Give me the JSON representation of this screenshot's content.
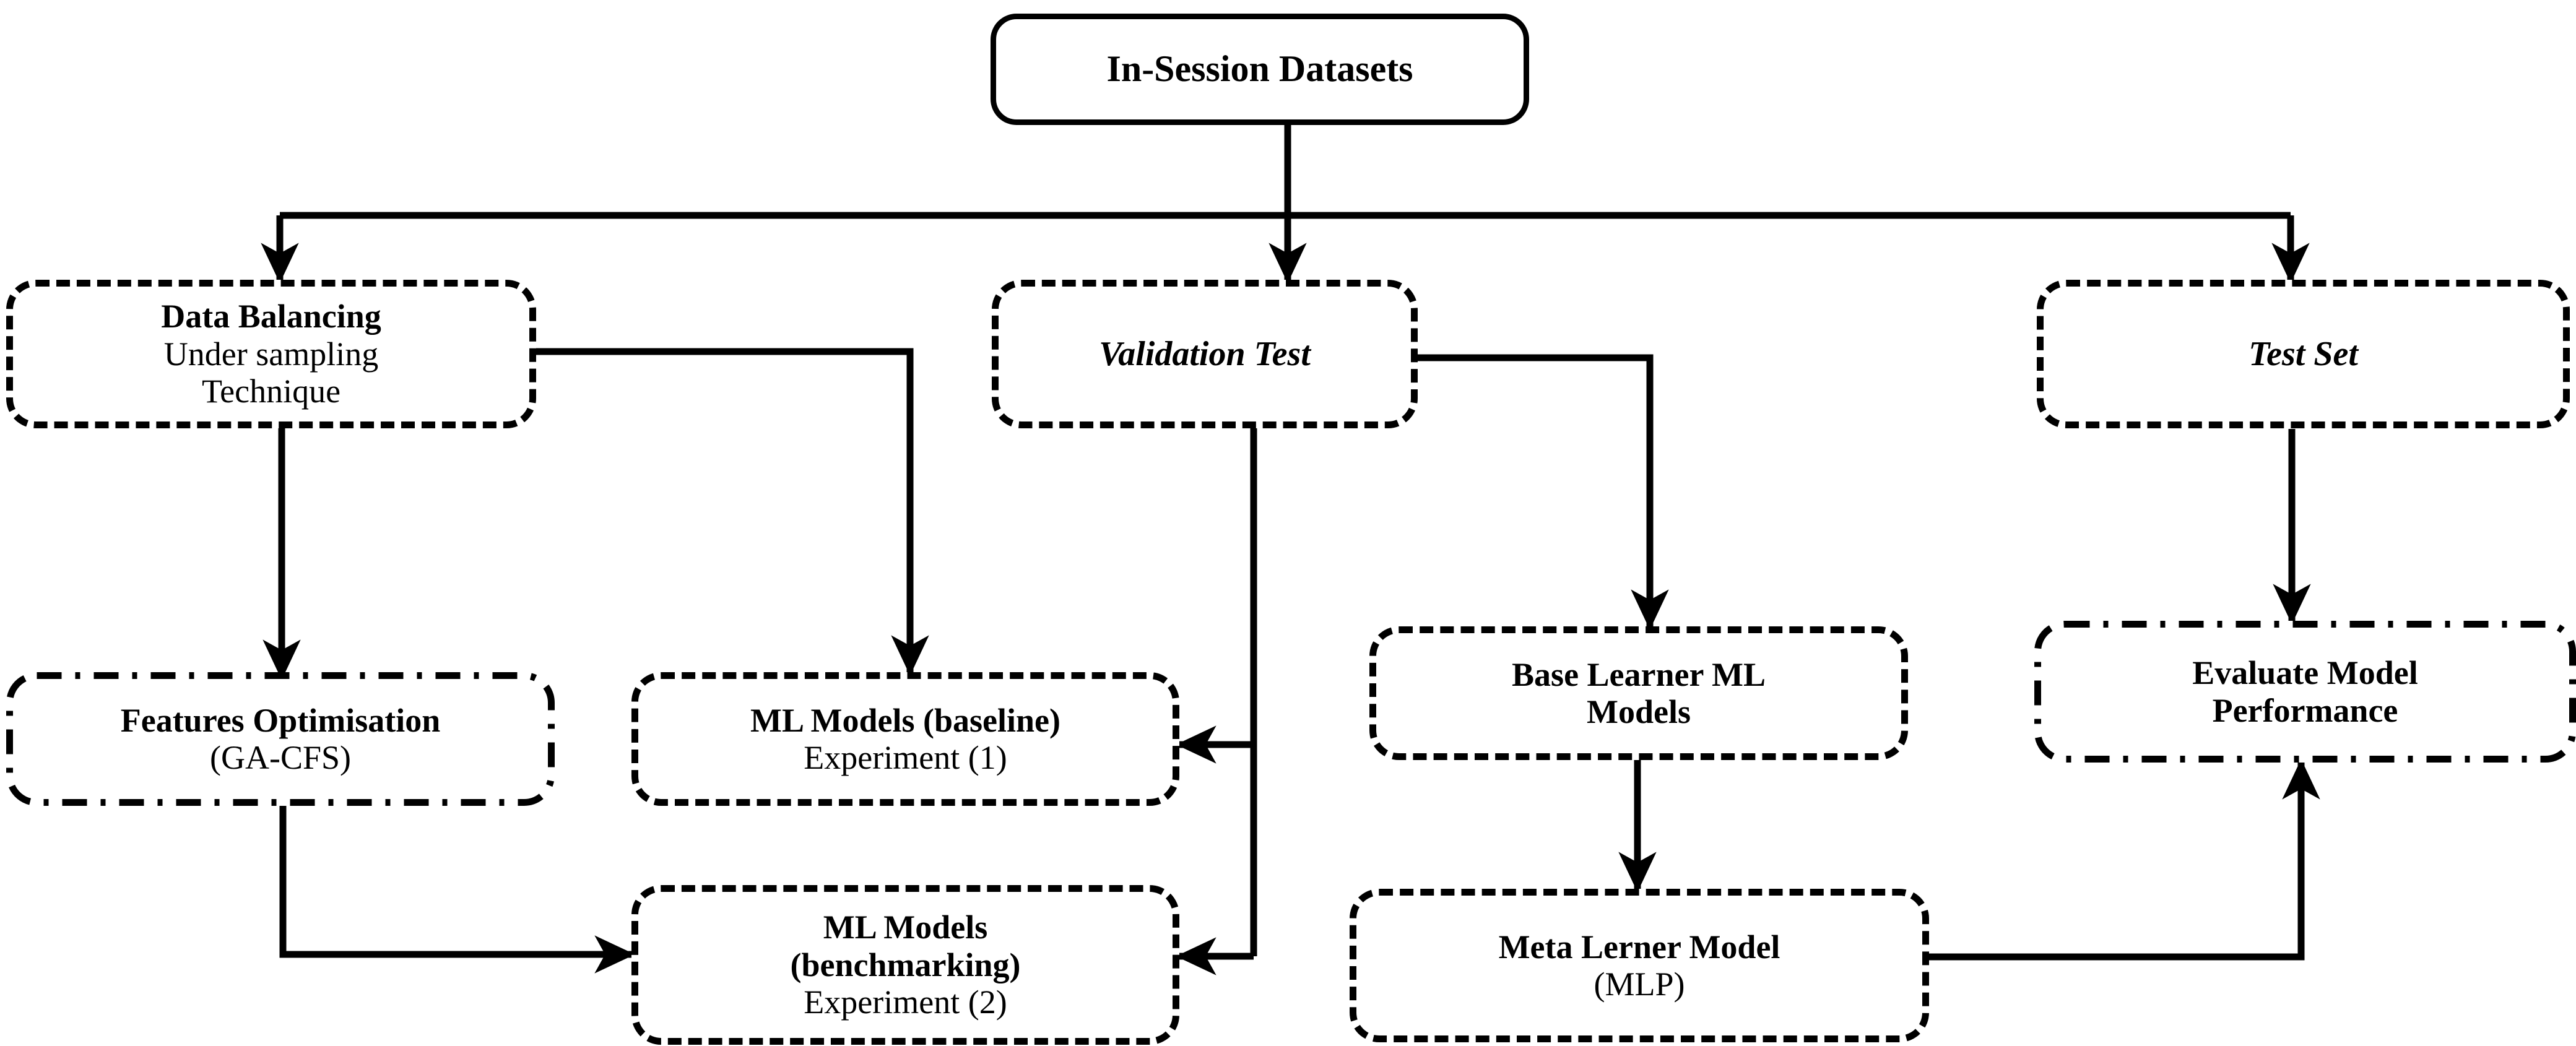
{
  "diagram": {
    "title": "In-Session Datasets machine learning experimental workflow",
    "background_color": "#ffffff",
    "stroke_color": "#000000",
    "nodes": [
      {
        "id": "in-session-datasets",
        "lines": [
          {
            "text": "In-Session Datasets",
            "style": "bold"
          }
        ],
        "border": "solid"
      },
      {
        "id": "data-balancing",
        "lines": [
          {
            "text": "Data Balancing",
            "style": "bold"
          },
          {
            "text": "Under sampling",
            "style": "regular"
          },
          {
            "text": "Technique",
            "style": "regular"
          }
        ],
        "border": "dashed"
      },
      {
        "id": "validation-test",
        "lines": [
          {
            "text": "Validation Test",
            "style": "bold-italic"
          }
        ],
        "border": "dashed"
      },
      {
        "id": "test-set",
        "lines": [
          {
            "text": "Test Set",
            "style": "bold-italic"
          }
        ],
        "border": "dashed"
      },
      {
        "id": "features-optimisation",
        "lines": [
          {
            "text": "Features Optimisation",
            "style": "bold"
          },
          {
            "text": "(GA-CFS)",
            "style": "regular"
          }
        ],
        "border": "dash-dot"
      },
      {
        "id": "ml-models-baseline",
        "lines": [
          {
            "text": "ML Models (baseline)",
            "style": "bold"
          },
          {
            "text": "Experiment (1)",
            "style": "regular"
          }
        ],
        "border": "dashed"
      },
      {
        "id": "base-learner-ml-models",
        "lines": [
          {
            "text": "Base Learner ML",
            "style": "bold"
          },
          {
            "text": "Models",
            "style": "bold"
          }
        ],
        "border": "dashed"
      },
      {
        "id": "evaluate-model-performance",
        "lines": [
          {
            "text": "Evaluate Model",
            "style": "bold"
          },
          {
            "text": "Performance",
            "style": "bold"
          }
        ],
        "border": "dash-dot"
      },
      {
        "id": "ml-models-benchmarking",
        "lines": [
          {
            "text": "ML Models",
            "style": "bold"
          },
          {
            "text": "(benchmarking)",
            "style": "bold"
          },
          {
            "text": "Experiment (2)",
            "style": "regular"
          }
        ],
        "border": "dashed"
      },
      {
        "id": "meta-lerner-model",
        "lines": [
          {
            "text": "Meta Lerner Model",
            "style": "bold"
          },
          {
            "text": "(MLP)",
            "style": "regular"
          }
        ],
        "border": "dashed"
      }
    ],
    "edges": [
      {
        "from": "in-session-datasets",
        "to": "data-balancing",
        "arrow": true
      },
      {
        "from": "in-session-datasets",
        "to": "validation-test",
        "arrow": true
      },
      {
        "from": "in-session-datasets",
        "to": "test-set",
        "arrow": true
      },
      {
        "from": "data-balancing",
        "to": "features-optimisation",
        "arrow": true
      },
      {
        "from": "data-balancing",
        "to": "ml-models-baseline",
        "arrow": true
      },
      {
        "from": "features-optimisation",
        "to": "ml-models-benchmarking",
        "arrow": true
      },
      {
        "from": "validation-test",
        "to": "ml-models-baseline",
        "arrow": true
      },
      {
        "from": "validation-test",
        "to": "ml-models-benchmarking",
        "arrow": true
      },
      {
        "from": "validation-test",
        "to": "base-learner-ml-models",
        "arrow": true
      },
      {
        "from": "base-learner-ml-models",
        "to": "meta-lerner-model",
        "arrow": true
      },
      {
        "from": "meta-lerner-model",
        "to": "evaluate-model-performance",
        "arrow": true
      },
      {
        "from": "test-set",
        "to": "evaluate-model-performance",
        "arrow": true
      }
    ]
  }
}
